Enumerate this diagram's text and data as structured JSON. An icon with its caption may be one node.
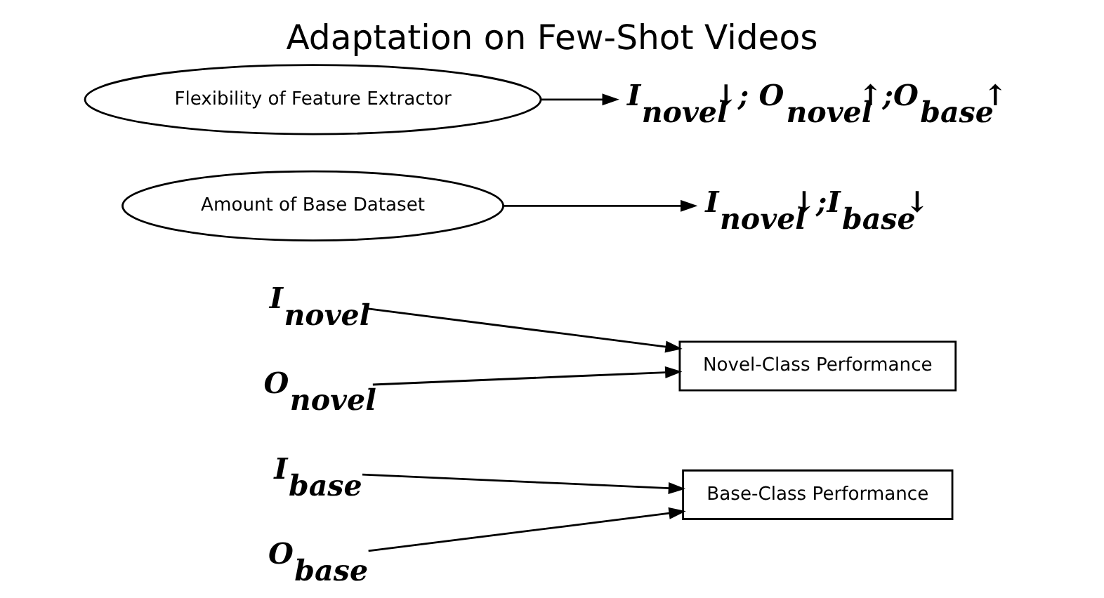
{
  "diagram": {
    "title": "Adaptation on Few-Shot Videos",
    "nodes": [
      {
        "text": [
          "Base-Class Performance"
        ]
      },
      {
        "text": [
          "I$_{base}$"
        ]
      },
      {
        "text": [
          "O$_{base}$"
        ]
      },
      {
        "text": [
          "Novel-Class Performance"
        ]
      },
      {
        "text": [
          "I$_{novel}$"
        ]
      },
      {
        "text": [
          "O$_{novel}$"
        ]
      },
      {
        "text": [
          "Amount of Base Dataset"
        ]
      },
      {
        "text": [
          "Flexibility of Feature Extractor"
        ]
      },
      {
        "text": [
          "I$_{novel}$↓;I$_{base}$↓"
        ]
      },
      {
        "text": [
          "I$_{novel}$↓; O$_{novel}$↑;O$_{base}$↑"
        ]
      }
    ],
    "edges": [
      {
        "from": 1,
        "to": 0,
        "arrow": "to"
      },
      {
        "from": 2,
        "to": 0,
        "arrow": "to"
      },
      {
        "from": 4,
        "to": 3,
        "arrow": "to"
      },
      {
        "from": 5,
        "to": 3,
        "arrow": "to"
      },
      {
        "from": 6,
        "to": 8,
        "arrow": "to"
      },
      {
        "from": 7,
        "to": 9,
        "arrow": "to"
      }
    ]
  }
}
